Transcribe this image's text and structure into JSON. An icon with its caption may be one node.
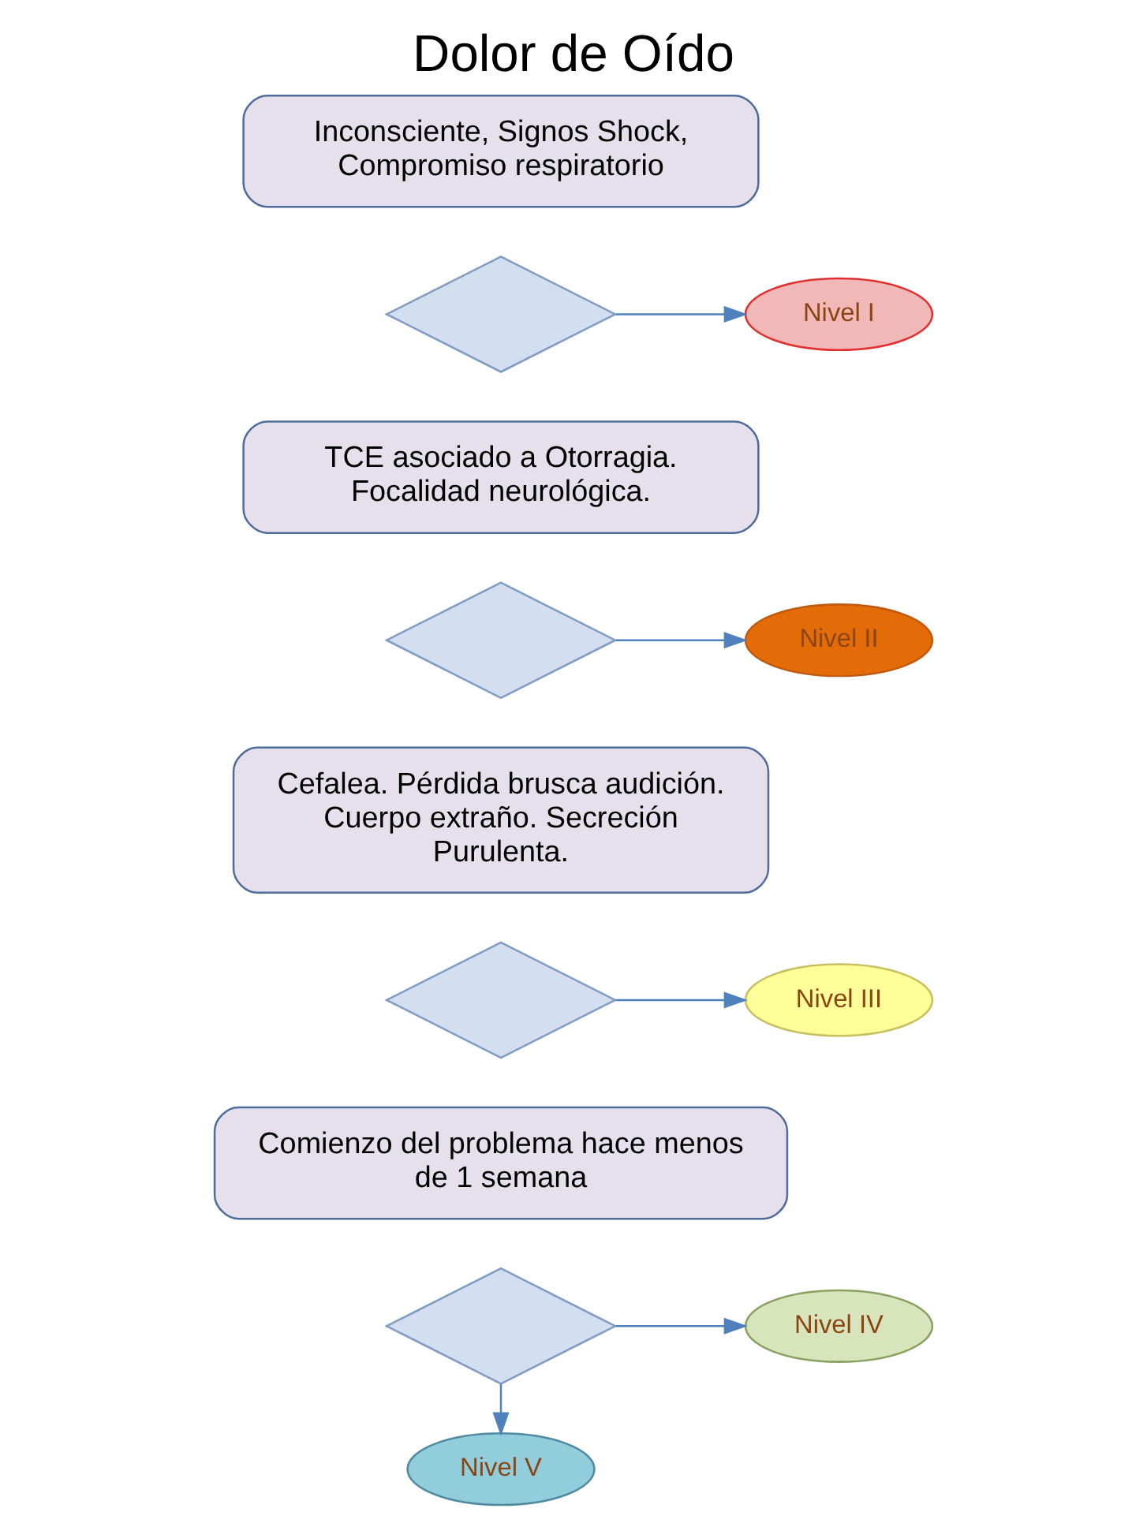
{
  "diagram": {
    "title": "Dolor de Oído",
    "nodes": [
      {
        "text": [
          "Inconsciente, Signos Shock, Compromiso respiratorio"
        ]
      },
      {
        "text": [],
        "shape": "diamond"
      },
      {
        "text": [
          "Nivel I"
        ]
      },
      {
        "text": [
          "TCE asociado a Otorragia. Focalidad neurológica."
        ]
      },
      {
        "text": [],
        "shape": "diamond"
      },
      {
        "text": [
          "Nivel II"
        ]
      },
      {
        "text": [
          "Cefalea. Pérdida brusca audición. Cuerpo extraño. Secreción Purulenta."
        ]
      },
      {
        "text": [],
        "shape": "diamond"
      },
      {
        "text": [
          "Nivel III"
        ]
      },
      {
        "text": [
          "Comienzo del problema hace menos de 1 semana"
        ]
      },
      {
        "text": [],
        "shape": "diamond"
      },
      {
        "text": [
          "Nivel IV"
        ]
      },
      {
        "text": [
          "Nivel V"
        ]
      }
    ],
    "edges": [
      {
        "from": 1,
        "to": 2,
        "arrow": "to"
      },
      {
        "from": 4,
        "to": 5,
        "arrow": "to"
      },
      {
        "from": 7,
        "to": 8,
        "arrow": "to"
      },
      {
        "from": 10,
        "to": 11,
        "arrow": "to"
      },
      {
        "from": 10,
        "to": 12,
        "arrow": "to"
      }
    ]
  }
}
